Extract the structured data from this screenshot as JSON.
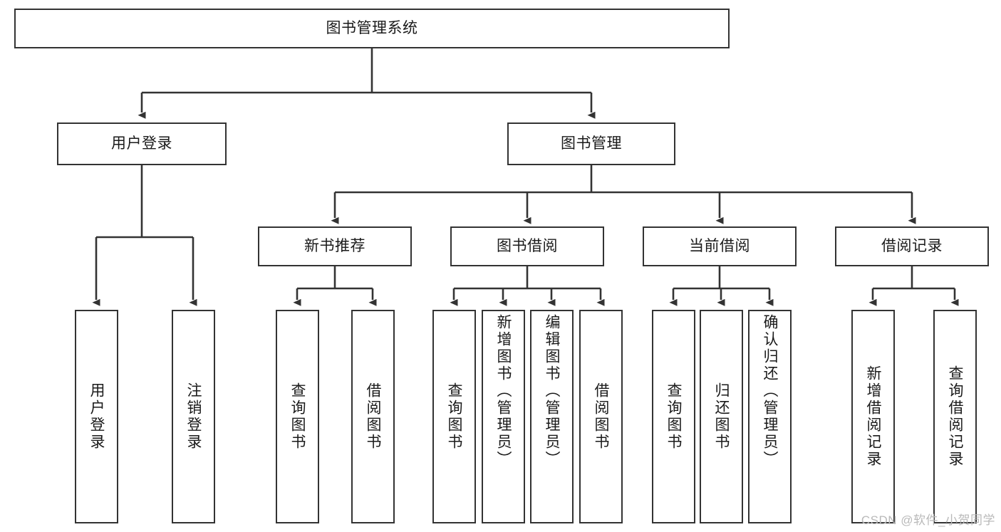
{
  "diagram": {
    "type": "tree-hierarchy",
    "title": "图书管理系统",
    "watermark": "CSDN @软件_小贺同学",
    "colors": {
      "box_border": "#333333",
      "box_fill": "#ffffff",
      "connector": "#333333",
      "text": "#1a1a1a",
      "watermark": "#b9b9b9",
      "background": "#ffffff"
    },
    "nodes": {
      "root": {
        "label": "图书管理系统"
      },
      "level2": [
        {
          "id": "user-login",
          "label": "用户登录"
        },
        {
          "id": "book-manage",
          "label": "图书管理"
        }
      ],
      "level3": [
        {
          "id": "new-book-recommend",
          "label": "新书推荐"
        },
        {
          "id": "book-borrow",
          "label": "图书借阅"
        },
        {
          "id": "current-borrow",
          "label": "当前借阅"
        },
        {
          "id": "borrow-record",
          "label": "借阅记录"
        }
      ],
      "leaves": {
        "user_login": [
          {
            "id": "leaf-user-login",
            "label": "用户登录"
          },
          {
            "id": "leaf-logout",
            "label": "注销登录"
          }
        ],
        "new_book_recommend": [
          {
            "id": "leaf-query-book-1",
            "label": "查询图书"
          },
          {
            "id": "leaf-borrow-book-1",
            "label": "借阅图书"
          }
        ],
        "book_borrow": [
          {
            "id": "leaf-query-book-2",
            "label": "查询图书"
          },
          {
            "id": "leaf-add-book",
            "label": "新增图书（管理员）"
          },
          {
            "id": "leaf-edit-book",
            "label": "编辑图书（管理员）"
          },
          {
            "id": "leaf-borrow-book-2",
            "label": "借阅图书"
          }
        ],
        "current_borrow": [
          {
            "id": "leaf-query-book-3",
            "label": "查询图书"
          },
          {
            "id": "leaf-return-book",
            "label": "归还图书"
          },
          {
            "id": "leaf-confirm-return",
            "label": "确认归还（管理员）"
          }
        ],
        "borrow_record": [
          {
            "id": "leaf-add-record",
            "label": "新增借阅记录"
          },
          {
            "id": "leaf-query-record",
            "label": "查询借阅记录"
          }
        ]
      }
    }
  }
}
